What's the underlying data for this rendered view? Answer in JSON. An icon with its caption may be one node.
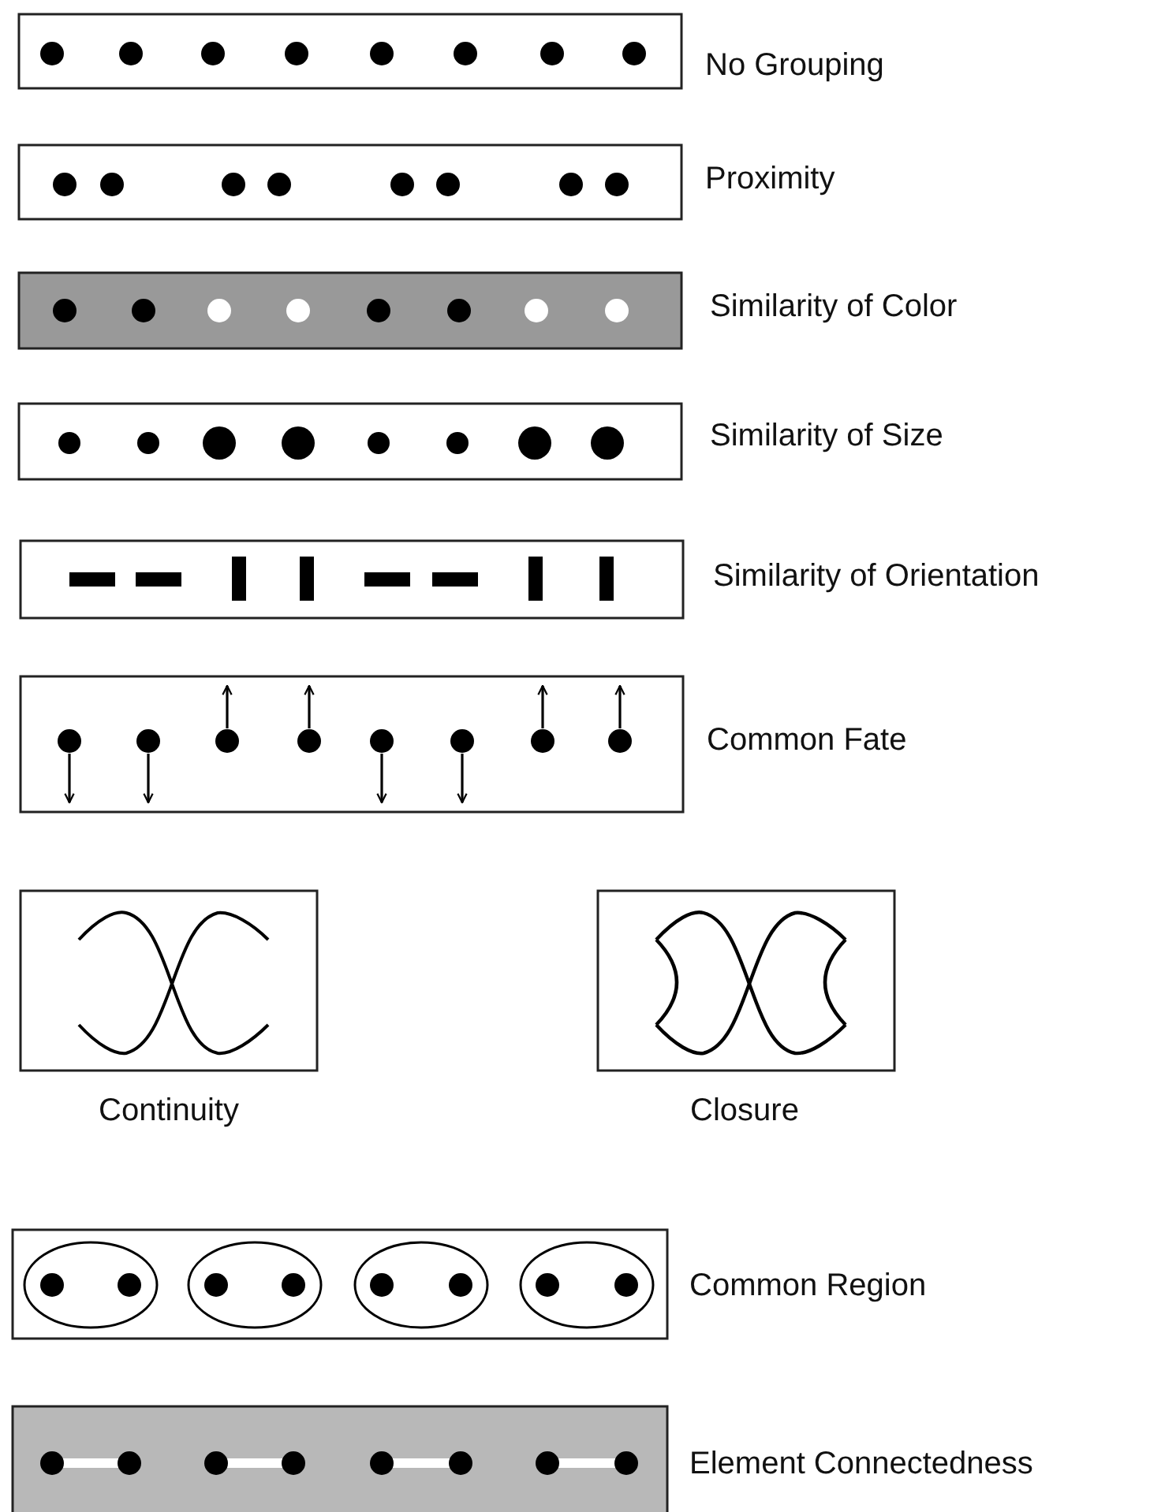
{
  "diagram": {
    "labels": [
      "No Grouping",
      "Proximity",
      "Similarity of Color",
      "Similarity of Size",
      "Similarity of Orientation",
      "Common Fate",
      "Continuity",
      "Closure",
      "Common Region",
      "Element Connectedness"
    ]
  }
}
